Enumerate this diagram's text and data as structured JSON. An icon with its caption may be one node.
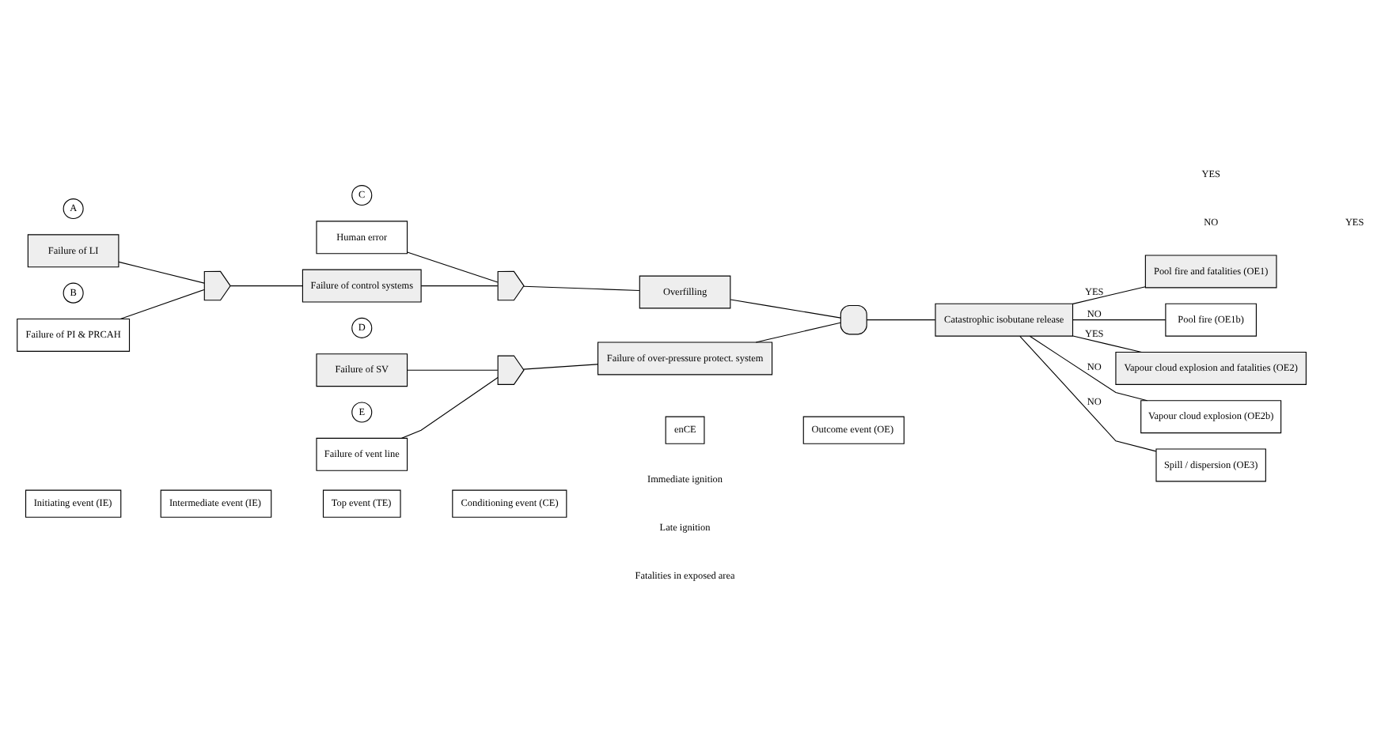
{
  "diagram": {
    "nodes": [
      {
        "text": [
          "A"
        ]
      },
      {
        "text": [
          "Failure of LI"
        ]
      },
      {
        "text": [
          "B"
        ]
      },
      {
        "text": [
          "Failure of PI & PRCAH"
        ]
      },
      {
        "text": [],
        "shape": "or-gate"
      },
      {
        "text": [
          "C"
        ]
      },
      {
        "text": [
          "Human error"
        ]
      },
      {
        "text": [
          "Failure of control systems"
        ]
      },
      {
        "text": [],
        "shape": "or-gate"
      },
      {
        "text": [
          "Overfilling"
        ]
      },
      {
        "text": [
          "D"
        ]
      },
      {
        "text": [
          "Failure of SV"
        ]
      },
      {
        "text": [
          "E"
        ]
      },
      {
        "text": [
          "Failure of vent line"
        ]
      },
      {
        "text": [],
        "shape": "or-gate"
      },
      {
        "text": [
          "Failure of over-pressure protect. system"
        ]
      },
      {
        "text": [],
        "shape": "and-gate"
      },
      {
        "text": [
          "Catastrophic isobutane release"
        ]
      },
      {
        "text": [
          "Pool fire and fatalities (OE1)"
        ]
      },
      {
        "text": [
          "Pool fire (OE1b)"
        ]
      },
      {
        "text": [
          "Vapour cloud explosion and fatalities (OE2)"
        ]
      },
      {
        "text": [
          "Vapour cloud explosion (OE2b)"
        ]
      },
      {
        "text": [
          "Spill / dispersion (OE3)"
        ]
      }
    ],
    "edges": [
      {
        "from": 1,
        "to": 4,
        "arrow": "none"
      },
      {
        "from": 3,
        "to": 4,
        "arrow": "none"
      },
      {
        "from": 4,
        "to": 7,
        "arrow": "none"
      },
      {
        "from": 6,
        "to": 8,
        "arrow": "none"
      },
      {
        "from": 7,
        "to": 8,
        "arrow": "none"
      },
      {
        "from": 8,
        "to": 9,
        "arrow": "none"
      },
      {
        "from": 11,
        "to": 14,
        "arrow": "none"
      },
      {
        "from": 13,
        "to": 14,
        "arrow": "none"
      },
      {
        "from": 14,
        "to": 15,
        "arrow": "none"
      },
      {
        "from": 9,
        "to": 16,
        "arrow": "none"
      },
      {
        "from": 15,
        "to": 16,
        "arrow": "none"
      },
      {
        "from": 16,
        "to": 17,
        "arrow": "none"
      },
      {
        "from": 17,
        "to": 18,
        "arrow": "none",
        "label": "YES"
      },
      {
        "from": 17,
        "to": 19,
        "arrow": "none",
        "label": "NO"
      },
      {
        "from": 17,
        "to": 20,
        "arrow": "none",
        "label": "YES"
      },
      {
        "from": 17,
        "to": 21,
        "arrow": "none",
        "label": "NO"
      },
      {
        "from": 17,
        "to": 22,
        "arrow": "none",
        "label": "NO"
      }
    ],
    "labels": [
      "Initiating event (IE)",
      "Intermediate event (IE)",
      "Top event (TE)",
      "Conditioning event (CE)",
      "enCE",
      "Outcome event (OE)",
      "Immediate ignition",
      "Late ignition",
      "Fatalities in exposed area",
      "YES",
      "NO",
      "YES"
    ]
  }
}
